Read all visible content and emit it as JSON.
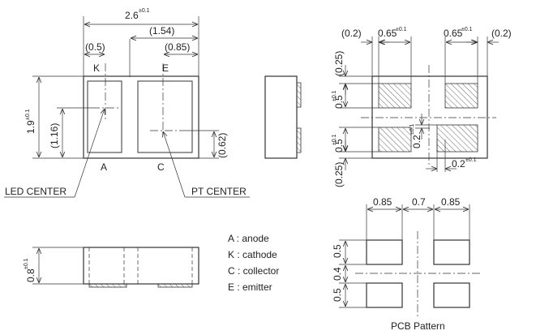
{
  "top_view": {
    "overall_width": "2.6",
    "overall_width_tol": "±0.1",
    "dim_154": "(1.54)",
    "dim_05": "(0.5)",
    "dim_085": "(0.85)",
    "height": "1.9",
    "height_tol": "±0.1",
    "dim_116": "(1.16)",
    "dim_062": "(0.62)",
    "pin_k": "K",
    "pin_e": "E",
    "pin_a": "A",
    "pin_c": "C",
    "led_center": "LED CENTER",
    "pt_center": "PT CENTER"
  },
  "pad_view": {
    "dim_02_left": "(0.2)",
    "dim_065_left": "0.65",
    "dim_065_left_tol": "±0.1",
    "dim_065_right": "0.65",
    "dim_065_right_tol": "±0.1",
    "dim_02_right": "(0.2)",
    "dim_025_top": "(0.25)",
    "dim_05_top": "0.5",
    "dim_05_top_tol": "±0.1",
    "dim_05_bottom": "0.5",
    "dim_05_bottom_tol": "±0.1",
    "dim_025_bottom": "(0.25)",
    "dim_02_gap_v": "0.2",
    "dim_02_gap_v_tol": "±0.1",
    "dim_02_gap_h": "0.2",
    "dim_02_gap_h_tol": "±0.1"
  },
  "side_view": {
    "thickness": "0.8",
    "thickness_tol": "±0.1"
  },
  "legend": {
    "items": [
      "A : anode",
      "K : cathode",
      "C : collector",
      "E : emitter"
    ]
  },
  "pcb": {
    "w1": "0.85",
    "gap": "0.7",
    "w2": "0.85",
    "h1": "0.5",
    "hgap": "0.4",
    "h2": "0.5",
    "caption": "PCB Pattern"
  }
}
